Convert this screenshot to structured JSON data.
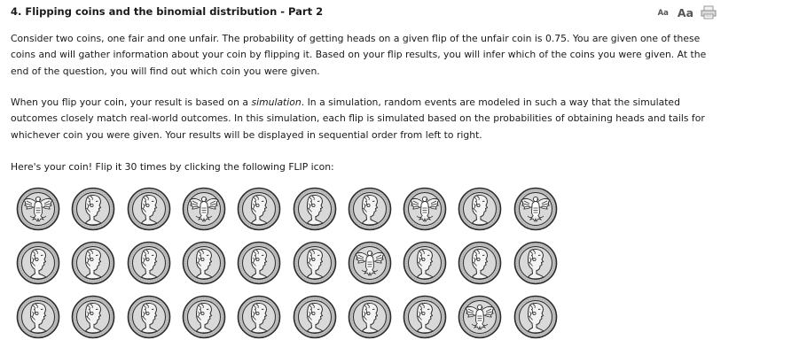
{
  "question": {
    "title": "4.  Flipping coins and the binomial distribution - Part 2"
  },
  "toolbar": {
    "font_small_label": "Aa",
    "font_large_label": "Aa",
    "print_icon": "printer-icon"
  },
  "body": {
    "paragraph1": "Consider two coins, one fair and one unfair. The probability of getting heads on a given flip of the unfair coin is 0.75. You are given one of these coins and will gather information about your coin by flipping it. Based on your flip results, you will infer which of the coins you were given. At the end of the question, you will find out which coin you were given.",
    "paragraph2_before": "When you flip your coin, your result is based on a ",
    "paragraph2_em": "simulation",
    "paragraph2_after": ". In a simulation, random events are modeled in such a way that the simulated outcomes closely match real-world outcomes. In this simulation, each flip is simulated based on the probabilities of obtaining heads and tails for whichever coin you were given. Your results will be displayed in sequential order from left to right.",
    "paragraph3": "Here's your coin! Flip it 30 times by clicking the following FLIP icon:"
  },
  "flips": {
    "rows": [
      [
        "tails",
        "heads",
        "heads",
        "tails",
        "heads",
        "heads",
        "heads",
        "tails",
        "heads",
        "tails"
      ],
      [
        "heads",
        "heads",
        "heads",
        "heads",
        "heads",
        "heads",
        "tails",
        "heads",
        "heads",
        "heads"
      ],
      [
        "heads",
        "heads",
        "heads",
        "heads",
        "heads",
        "heads",
        "heads",
        "heads",
        "tails",
        "heads"
      ]
    ]
  },
  "colors": {
    "coin_fill": "#d9d9d9",
    "coin_ring": "#bfbfbf",
    "coin_edge": "#2b2b2b"
  }
}
